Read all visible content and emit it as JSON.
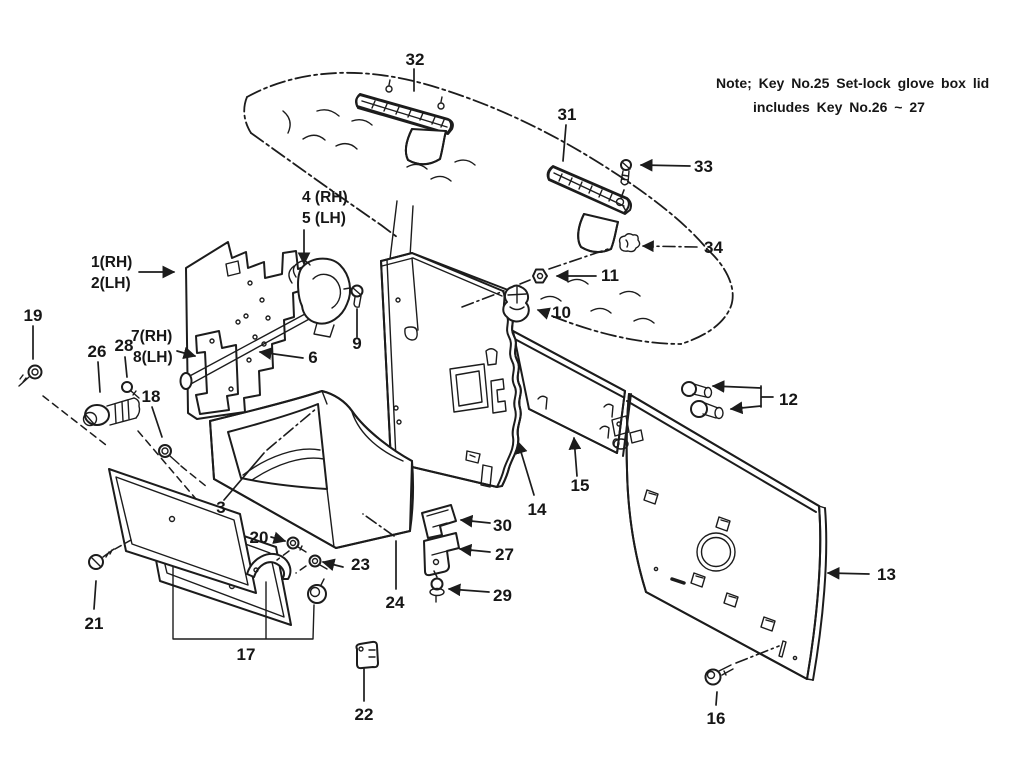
{
  "colors": {
    "ink": "#1c1c1c",
    "paper": "#ffffff"
  },
  "note": {
    "line1": "Note; Key No.25 Set-lock glove box lid",
    "line2": "includes Key No.26 ~ 27"
  },
  "callouts": {
    "n1": "1(RH)",
    "n2": "2(LH)",
    "n3": "3",
    "n4": "4 (RH)",
    "n5": "5 (LH)",
    "n6": "6",
    "n7": "7(RH)",
    "n8": "8(LH)",
    "n9": "9",
    "n10": "10",
    "n11": "11",
    "n12": "12",
    "n13": "13",
    "n14": "14",
    "n15": "15",
    "n16": "16",
    "n17": "17",
    "n18": "18",
    "n19": "19",
    "n20": "20",
    "n21": "21",
    "n22": "22",
    "n23": "23",
    "n24": "24",
    "n26": "26",
    "n27": "27",
    "n28": "28",
    "n29": "29",
    "n30": "30",
    "n31": "31",
    "n32": "32",
    "n33": "33",
    "n34": "34"
  }
}
